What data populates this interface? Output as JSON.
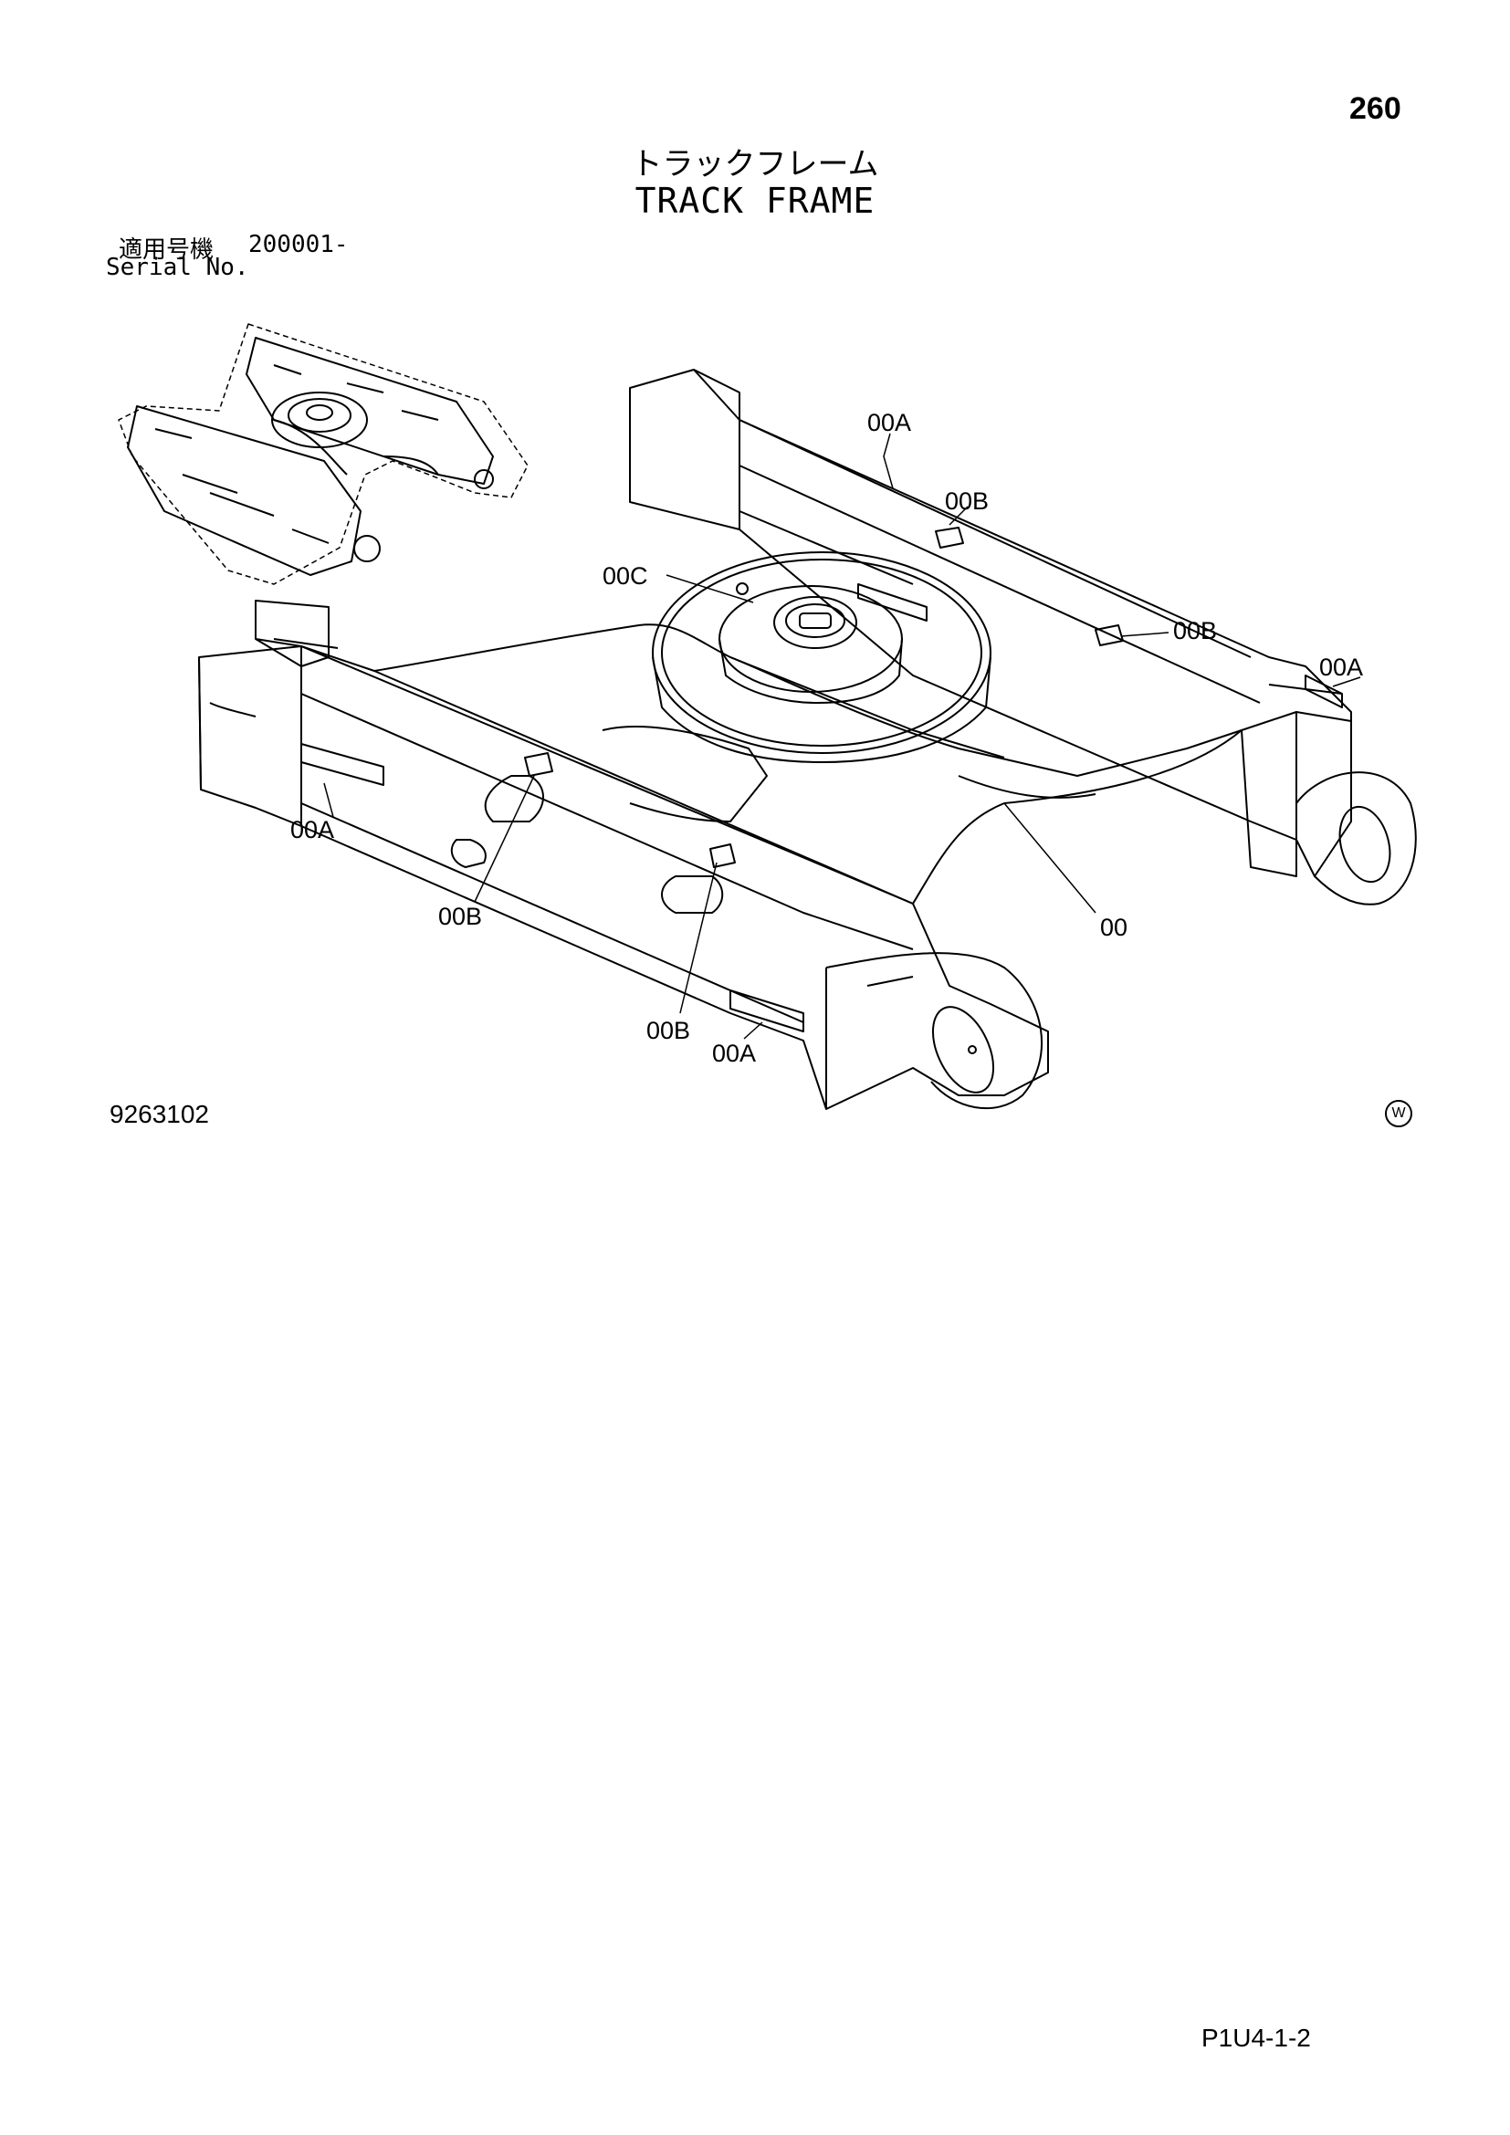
{
  "header": {
    "page_number": "260",
    "title_jp": "トラックフレーム",
    "title_en": "TRACK FRAME"
  },
  "serial": {
    "label_jp": "適用号機",
    "value": "200001-",
    "label_en": "Serial No."
  },
  "callouts": {
    "c00A_top": "00A",
    "c00B_top": "00B",
    "c00C": "00C",
    "c00B_right": "00B",
    "c00A_right": "00A",
    "c00A_left": "00A",
    "c00B_left": "00B",
    "c00": "00",
    "c00B_bottom": "00B",
    "c00A_bottom": "00A"
  },
  "footer": {
    "figure_id": "9263102",
    "w_mark": "W",
    "page_code": "P1U4-1-2"
  }
}
